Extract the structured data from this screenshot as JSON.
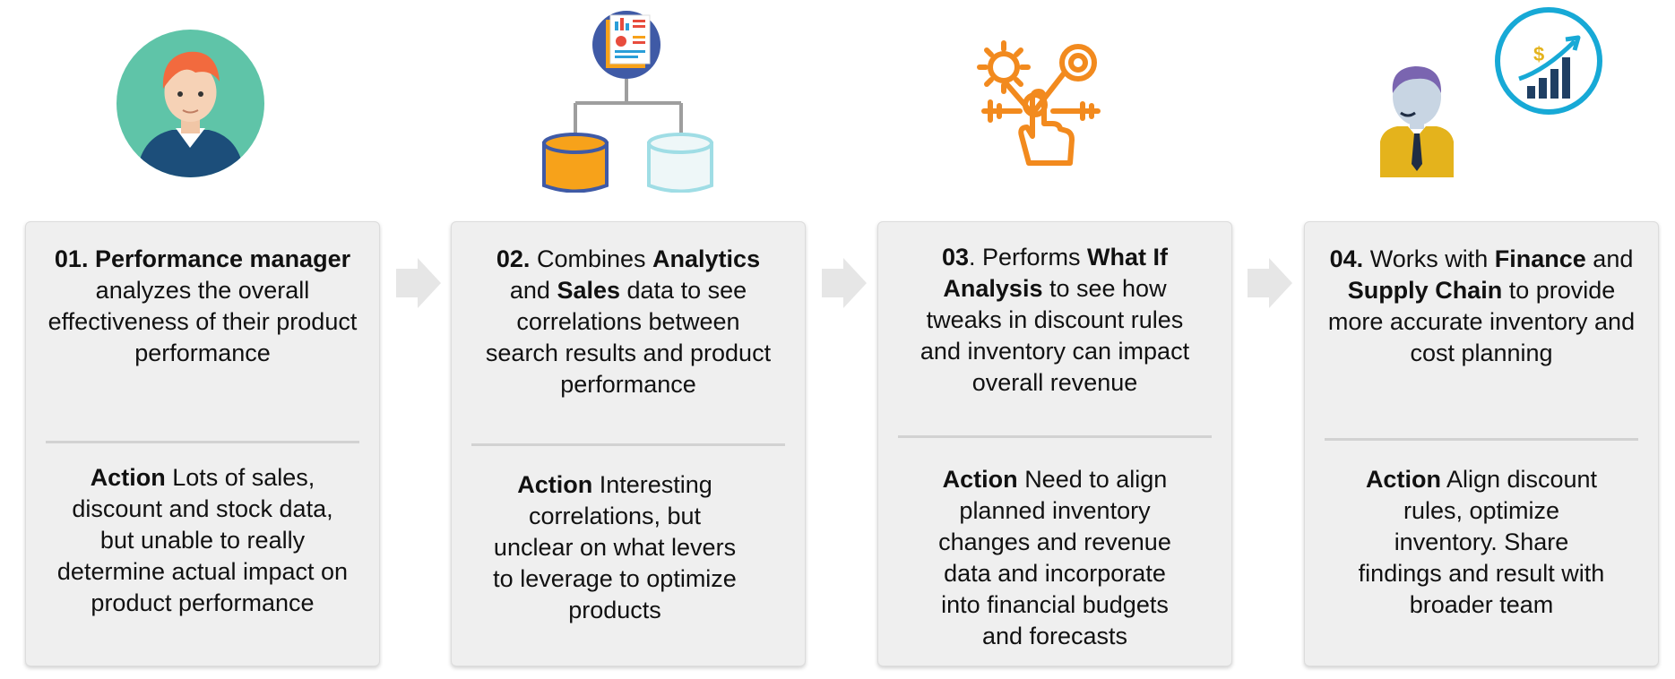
{
  "steps": [
    {
      "number": "01.",
      "role": "Performance manager",
      "description": "analyzes the overall effectiveness of their product performance",
      "action_label": "Action",
      "action_text": "Lots of sales, discount and stock data, but unable to really determine actual impact on product performance",
      "icon": "manager-avatar-icon"
    },
    {
      "number": "02.",
      "verb": "Combines",
      "source_a": "Analytics",
      "joiner": "and",
      "source_b": "Sales",
      "description": "data to see correlations between search results and product performance",
      "action_label": "Action",
      "action_text": "Interesting correlations, but unclear on what levers to leverage to optimize products",
      "icon": "data-sources-icon"
    },
    {
      "number": "03",
      "verb": ". Performs",
      "analysis": "What If Analysis",
      "description": "to see how tweaks in discount rules and inventory can impact overall revenue",
      "action_label": "Action",
      "action_text": "Need to align planned inventory changes and revenue data and incorporate into financial budgets and forecasts",
      "icon": "gears-touch-icon"
    },
    {
      "number": "04.",
      "verb": "Works with",
      "team_a": "Finance",
      "joiner": "and",
      "team_b": "Supply Chain",
      "description": "to provide more accurate inventory and cost planning",
      "action_label": "Action",
      "action_text": "Align discount rules, optimize inventory. Share findings and result with broader team",
      "icon": "business-growth-icon"
    }
  ],
  "colors": {
    "card_bg": "#efefef",
    "arrow": "#e6e6e6",
    "orange": "#f28a1e",
    "teal": "#17a9d6",
    "avatar_bg": "#5fc4a8"
  },
  "icon_glyphs": {
    "dollar": "$"
  }
}
